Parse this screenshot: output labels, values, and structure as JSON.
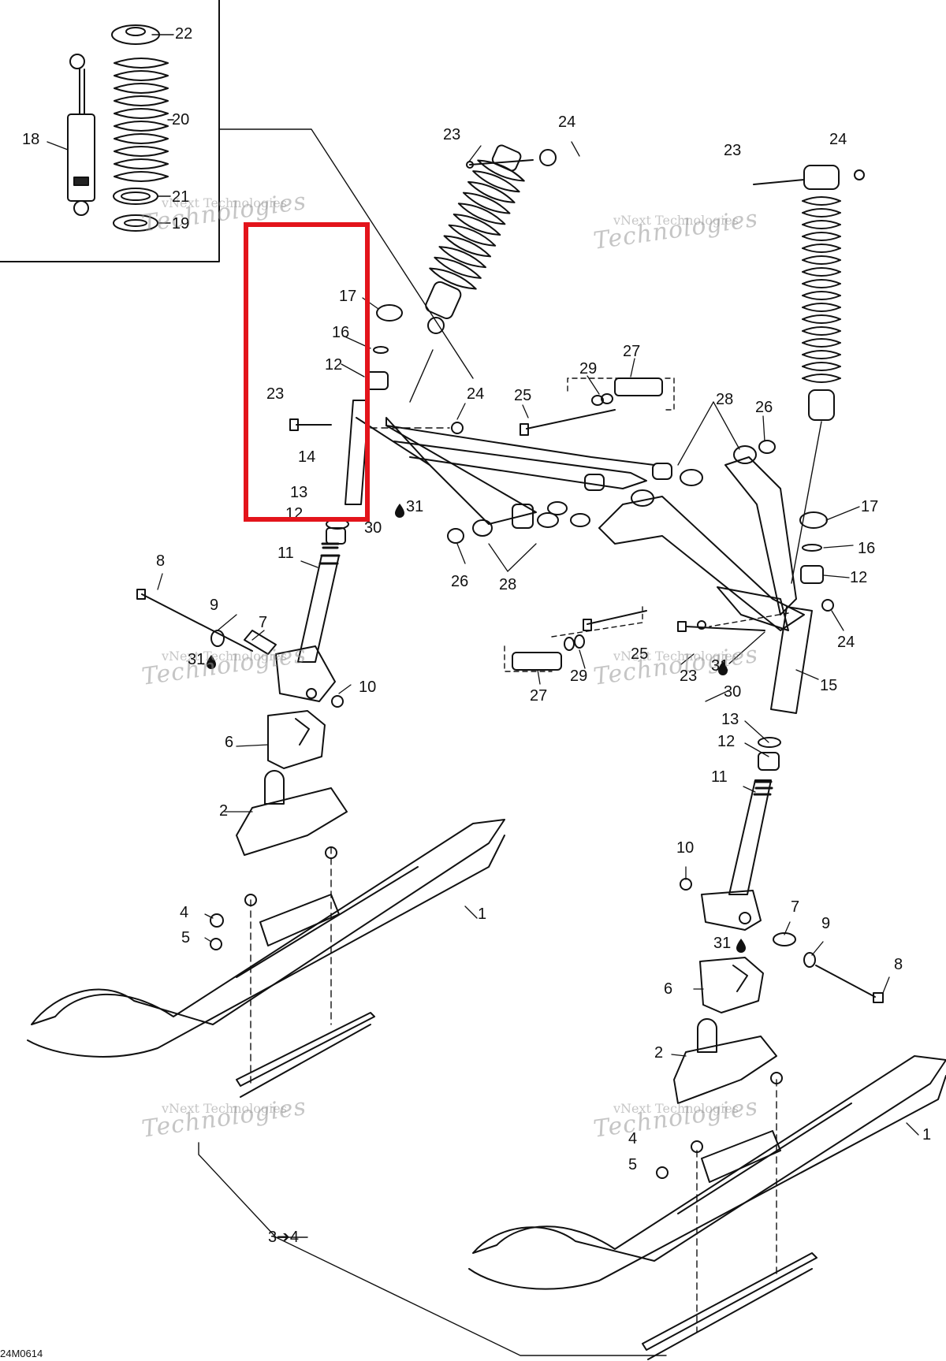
{
  "figure_id": "24M0614",
  "watermark": {
    "line1": "vNext Technologies",
    "line2": "Technologies"
  },
  "callouts": {
    "c1a": "1",
    "c1b": "1",
    "c2a": "2",
    "c2b": "2",
    "c34": "3➔4",
    "c4a": "4",
    "c4b": "4",
    "c5a": "5",
    "c5b": "5",
    "c6a": "6",
    "c6b": "6",
    "c7a": "7",
    "c7b": "7",
    "c8a": "8",
    "c8b": "8",
    "c9a": "9",
    "c9b": "9",
    "c10a": "10",
    "c10b": "10",
    "c11a": "11",
    "c11b": "11",
    "c12a": "12",
    "c12b": "12",
    "c12c": "12",
    "c12d": "12",
    "c13a": "13",
    "c13b": "13",
    "c14": "14",
    "c15": "15",
    "c16a": "16",
    "c16b": "16",
    "c17a": "17",
    "c17b": "17",
    "c18": "18",
    "c19": "19",
    "c20": "20",
    "c21": "21",
    "c22": "22",
    "c23a": "23",
    "c23b": "23",
    "c23c": "23",
    "c23d": "23",
    "c24a": "24",
    "c24b": "24",
    "c24c": "24",
    "c24d": "24",
    "c25a": "25",
    "c25b": "25",
    "c26a": "26",
    "c26b": "26",
    "c27a": "27",
    "c27b": "27",
    "c28a": "28",
    "c28b": "28",
    "c29a": "29",
    "c29b": "29",
    "c30a": "30",
    "c30b": "30",
    "c31a": "31",
    "c31b": "31",
    "c31c": "31",
    "c31d": "31"
  },
  "colors": {
    "highlight": "#e3141b",
    "line": "#111111",
    "watermark": "#969696"
  }
}
